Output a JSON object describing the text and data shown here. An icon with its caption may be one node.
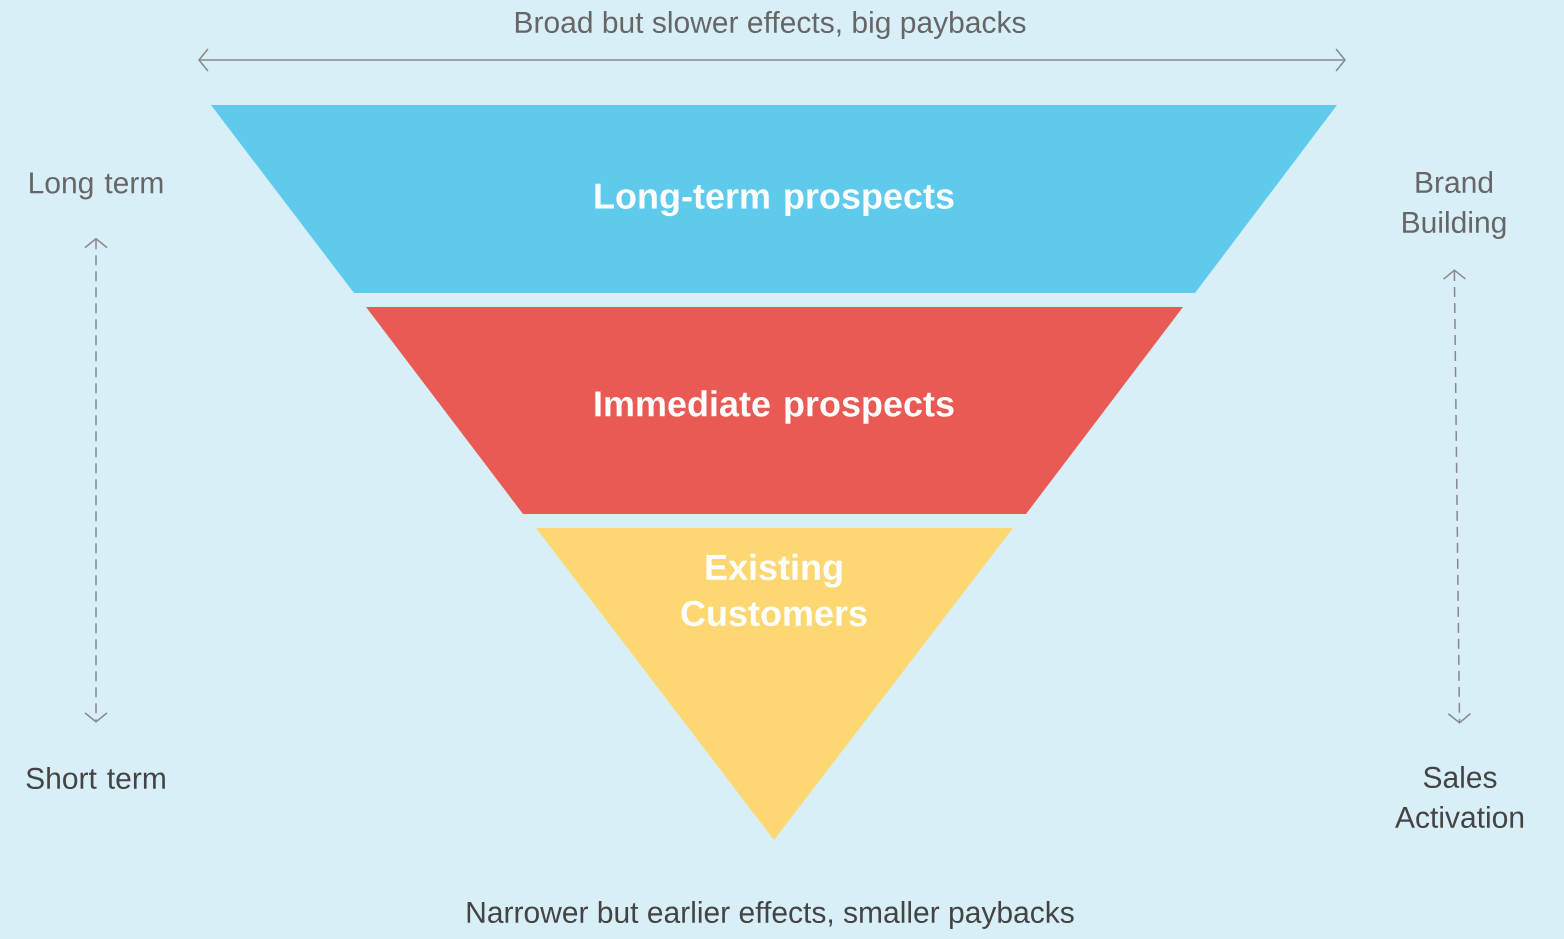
{
  "diagram": {
    "nodes": [
      {
        "text": [
          "Long-term prospects"
        ]
      },
      {
        "text": [
          "Immediate prospects"
        ]
      },
      {
        "text": [
          "Existing Customers"
        ]
      },
      {
        "text": [
          "Long term"
        ]
      },
      {
        "text": [
          "Short term"
        ]
      },
      {
        "text": [
          "Brand Building"
        ]
      },
      {
        "text": [
          "Sales Activation"
        ]
      }
    ],
    "edges": [
      {
        "from": 3,
        "to": 4,
        "arrow": "both",
        "style": "dashed"
      },
      {
        "from": 5,
        "to": 6,
        "arrow": "both",
        "style": "dashed"
      }
    ],
    "labels": [
      "Broad but slower effects, big paybacks",
      "Narrower but earlier effects, smaller paybacks"
    ]
  }
}
